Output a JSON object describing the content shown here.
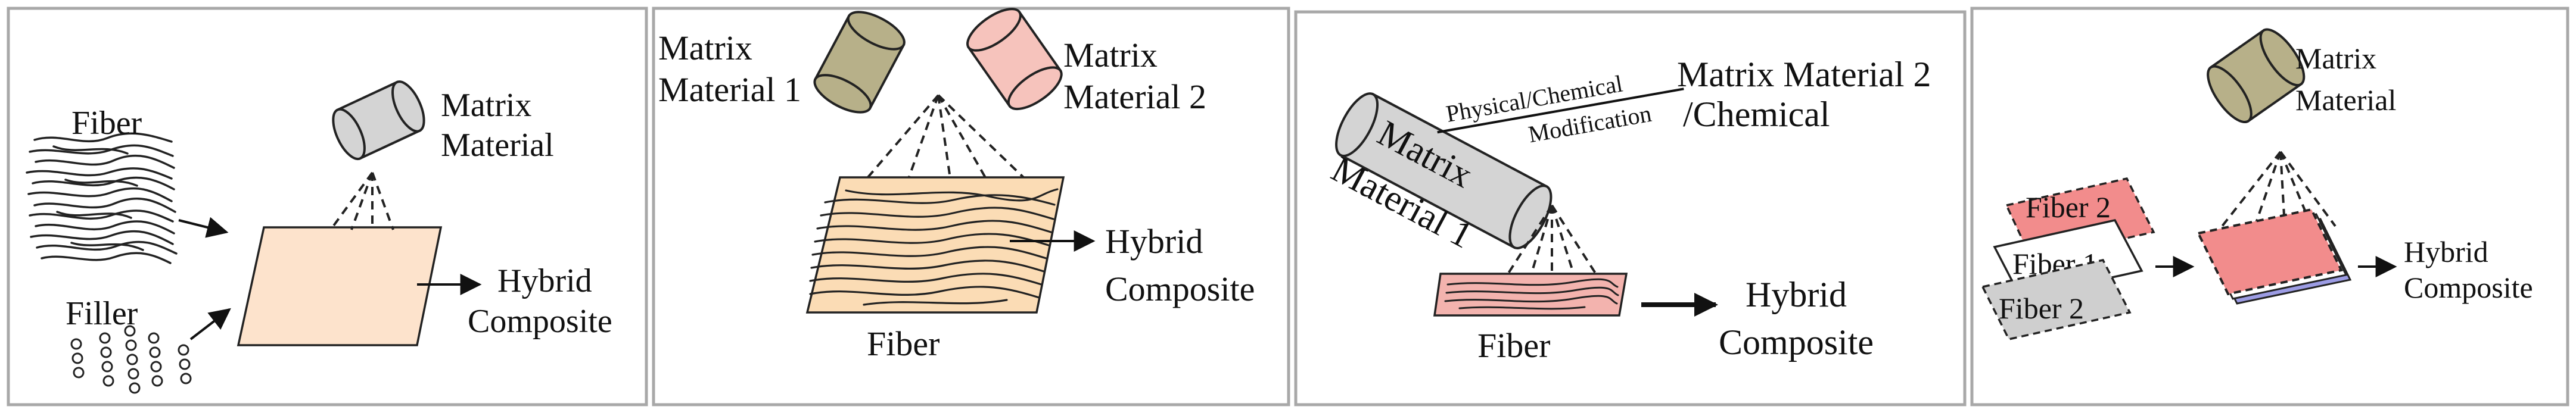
{
  "colors": {
    "panel_border": "#a8a8a8",
    "ink": "#111111",
    "can_gray": "#d4d4d4",
    "can_olive": "#b7b089",
    "can_pink": "#f6c3bc",
    "sheet_peach": "#fde3cc",
    "sheet_tan": "#fbdcb5",
    "sheet_pink": "#f3b3ae",
    "fiber2_red": "#f28c8c",
    "fiber1_white": "#ffffff",
    "fiber2_gray": "#cfcfcf",
    "stack_blue": "#9c9ce4"
  },
  "panels": [
    {
      "id": "panel-1",
      "labels": {
        "fiber": "Fiber",
        "filler": "Filler",
        "matrix": [
          "Matrix",
          "Material"
        ],
        "result": [
          "Hybrid",
          "Composite"
        ]
      }
    },
    {
      "id": "panel-2",
      "labels": {
        "matrix1": [
          "Matrix",
          "Material 1"
        ],
        "matrix2": [
          "Matrix",
          "Material 2"
        ],
        "fiber": "Fiber",
        "result": [
          "Hybrid",
          "Composite"
        ]
      }
    },
    {
      "id": "panel-3",
      "labels": {
        "matrix1": [
          "Matrix",
          "Material 1"
        ],
        "modification": [
          "Physical/Chemical",
          "Modification"
        ],
        "matrix2": [
          "Matrix Material 2",
          "/Chemical"
        ],
        "fiber": "Fiber",
        "result": [
          "Hybrid",
          "Composite"
        ]
      }
    },
    {
      "id": "panel-4",
      "labels": {
        "matrix": [
          "Matrix",
          "Material"
        ],
        "fiber2_top": "Fiber 2",
        "fiber1": "Fiber 1",
        "fiber2_bottom": "Fiber 2",
        "result": [
          "Hybrid",
          "Composite"
        ]
      }
    }
  ]
}
